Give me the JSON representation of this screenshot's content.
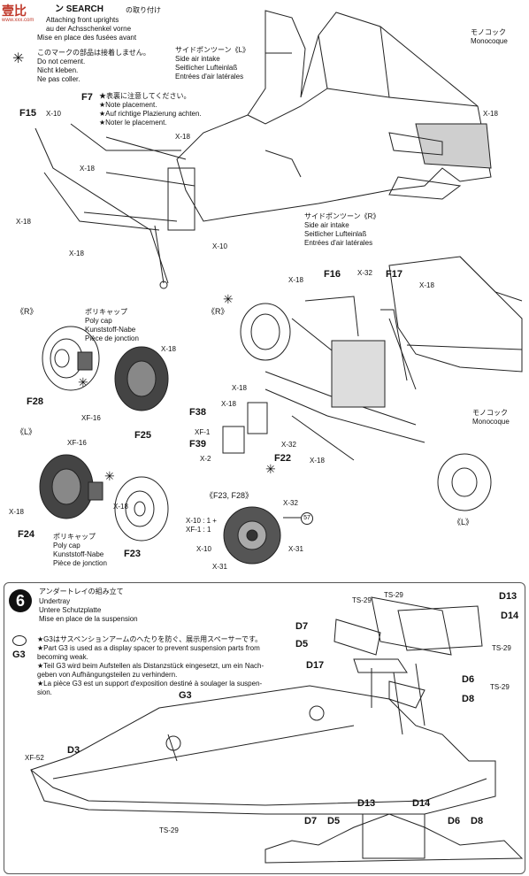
{
  "watermark": {
    "logo_text": "壹比",
    "site": "www.xxx.com"
  },
  "step5": {
    "title_partial": "ン SEARCH",
    "title_jp": "の取り付け",
    "title_lines": [
      "Attaching front uprights",
      "au der Achsschenkel vorne",
      "Mise en place des fusées avant"
    ],
    "no_cement": [
      "このマークの部品は接着しません。",
      "Do not cement.",
      "Nicht kleben.",
      "Ne pas coller."
    ],
    "note_placement": [
      "★表裏に注意してください。",
      "★Note placement.",
      "★Auf richtige Plazierung achten.",
      "★Noter le placement."
    ],
    "side_intake_L": [
      "サイドポンツーン《L》",
      "Side air intake",
      "Seitlicher Lufteinlaß",
      "Entrées d'air latérales"
    ],
    "monocoque_top": [
      "モノコック",
      "Monocoque"
    ],
    "side_intake_R": [
      "サイドポンツーン《R》",
      "Side air intake",
      "Seitlicher Lufteinlaß",
      "Entrées d'air latérales"
    ],
    "poly_cap_R": [
      "ポリキャップ",
      "Poly cap",
      "Kunststoff-Nabe",
      "Pièce de jonction"
    ],
    "poly_cap_L": [
      "ポリキャップ",
      "Poly cap",
      "Kunststoff-Nabe",
      "Pièce de jonction"
    ],
    "monocoque_right": [
      "モノコック",
      "Monocoque"
    ],
    "side_R": "《R》",
    "side_L": "《L》",
    "side_R2": "《R》",
    "side_L2": "《L》",
    "f23_f28": "《F23, F28》",
    "x10_ratio": [
      "X-10 : 1 +",
      "XF-1 : 1"
    ],
    "parts": {
      "F15": "F15",
      "F7": "F7",
      "F28": "F28",
      "F25": "F25",
      "F24": "F24",
      "F23": "F23",
      "F16": "F16",
      "F17": "F17",
      "F38": "F38",
      "F39": "F39",
      "F22": "F22"
    },
    "paint_codes": {
      "x10a": "X-10",
      "x18a": "X-18",
      "x18b": "X-18",
      "x18c": "X-18",
      "x10b": "X-10",
      "x18d": "X-18",
      "x18e": "X-18",
      "x18f": "X-18",
      "xf16a": "XF-16",
      "xf16b": "XF-16",
      "x18g": "X-18",
      "x18h": "X-18",
      "x32a": "X-32",
      "x18i": "X-18",
      "x18j": "X-18",
      "x18k": "X-18",
      "xf1": "XF-1",
      "x2": "X-2",
      "x32b": "X-32",
      "x18l": "X-18",
      "x18m": "X-18",
      "x32c": "X-32",
      "x10c": "X-10",
      "x31a": "X-31",
      "x31b": "X-31"
    },
    "circle_57": "57"
  },
  "step6": {
    "number": "6",
    "title_lines": [
      "アンダートレイの組み立て",
      "Undertray",
      "Untere Schutzplatte",
      "Mise en place de la suspension"
    ],
    "g3_note": [
      "★G3はサスペンションアームのへたりを防ぐ、展示用スペーサーです。",
      "★Part G3 is used as a display spacer to prevent suspension parts from",
      "  becoming weak.",
      "★Teil G3 wird beim Aufstellen als Distanzstück eingesetzt, um ein Nach-",
      "  geben von Aufhängungsteilen zu verhindern.",
      "★La pièce G3 est un support d'exposition destiné à soulager la suspen-",
      "  sion."
    ],
    "parts": {
      "G3a": "G3",
      "G3b": "G3",
      "D3": "D3",
      "D7": "D7",
      "D5": "D5",
      "D17": "D17",
      "D13": "D13",
      "D14": "D14",
      "D6": "D6",
      "D8": "D8",
      "D7b": "D7",
      "D5b": "D5",
      "D13b": "D13",
      "D14b": "D14",
      "D6b": "D6",
      "D8b": "D8"
    },
    "codes": {
      "ts29a": "TS-29",
      "ts29b": "TS-29",
      "ts29c": "TS-29",
      "ts29d": "TS-29",
      "ts29e": "TS-29",
      "xf52": "XF-52"
    }
  }
}
